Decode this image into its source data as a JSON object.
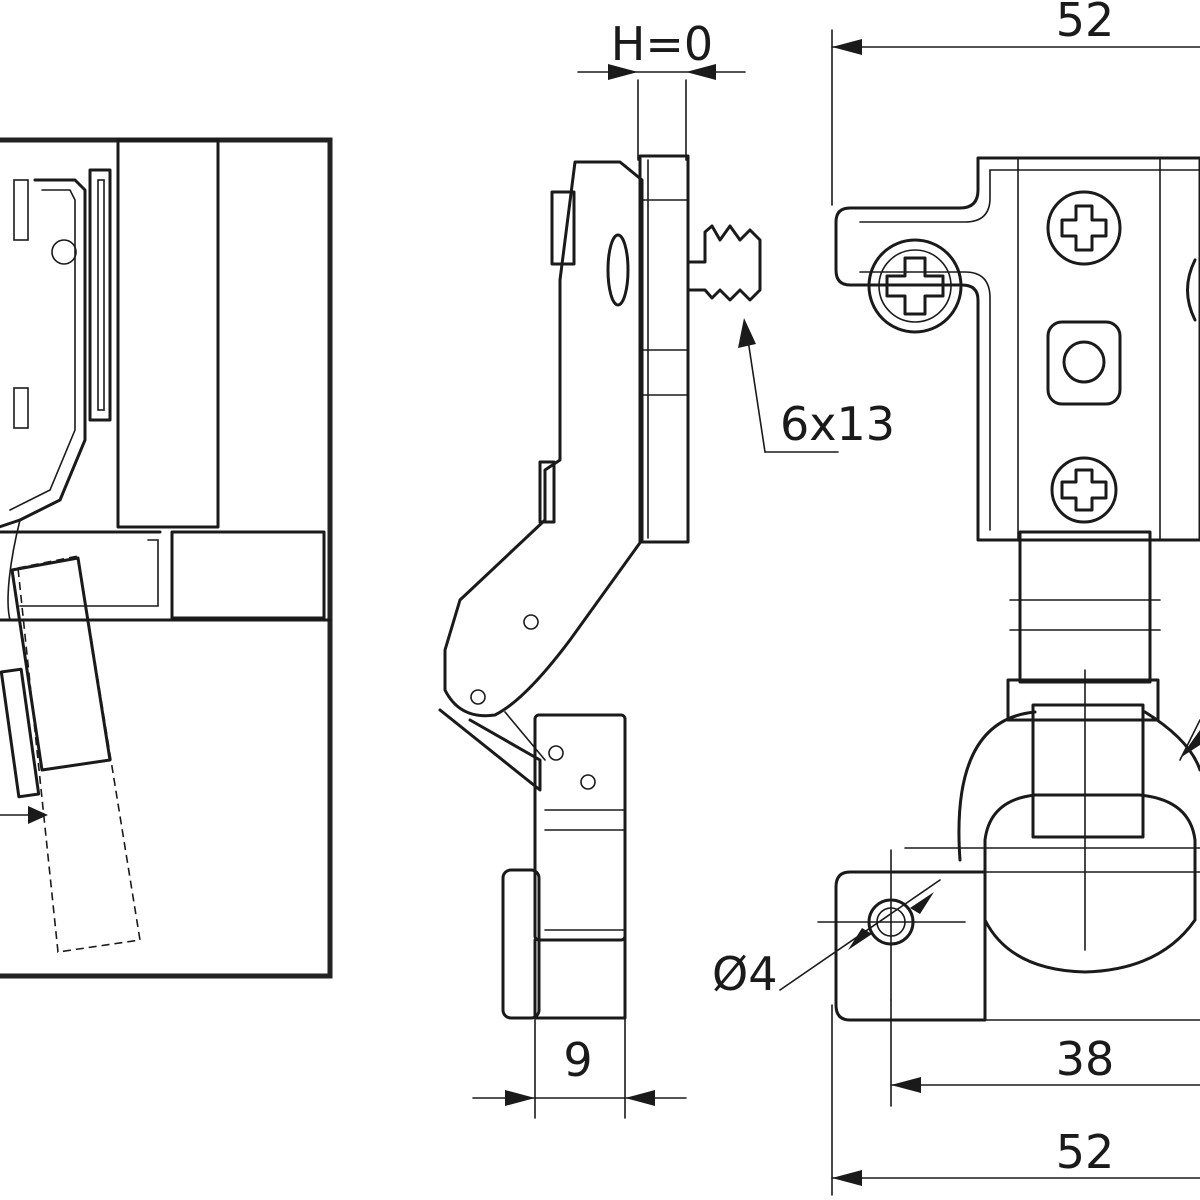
{
  "diagram": {
    "labels": {
      "overlay": "H=0",
      "screw": "6x13",
      "hole": "Ø4",
      "plate_width": "9",
      "hole_spacing": "38",
      "base_width_bottom": "52",
      "base_width_top": "52"
    },
    "line_color": "#1a1a1a",
    "background": "#ffffff"
  }
}
